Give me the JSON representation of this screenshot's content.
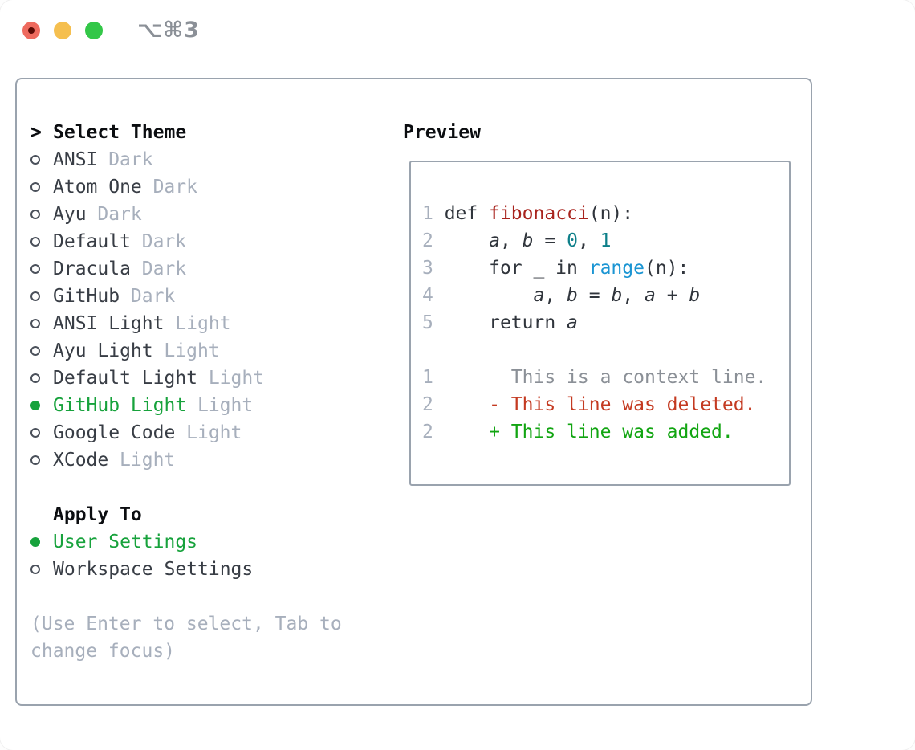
{
  "window": {
    "title": "⌥⌘3",
    "traffic_lights": [
      "close",
      "minimize",
      "zoom"
    ]
  },
  "colors": {
    "traffic-red": "#ee6a5e",
    "traffic-red-dot": "#5c0b05",
    "traffic-yellow": "#f5bf4f",
    "traffic-green": "#33c748",
    "title-gray": "#8b9097",
    "border": "#9aa3ae",
    "header-black": "#0b0d10",
    "text-dark": "#383d45",
    "muted": "#a7afbc",
    "accent-green": "#17a23c",
    "code-fg": "#30353c",
    "func-red": "#a8231d",
    "num-teal": "#0d7f89",
    "builtin-blue": "#1b95d3",
    "context-gray": "#8b9097",
    "deleted-red": "#c43a21",
    "added-green": "#12a512"
  },
  "theme_picker": {
    "pointer": ">",
    "header": "Select Theme",
    "themes": [
      {
        "name": "ANSI",
        "variant": "Dark",
        "selected": false
      },
      {
        "name": "Atom One",
        "variant": "Dark",
        "selected": false
      },
      {
        "name": "Ayu",
        "variant": "Dark",
        "selected": false
      },
      {
        "name": "Default",
        "variant": "Dark",
        "selected": false
      },
      {
        "name": "Dracula",
        "variant": "Dark",
        "selected": false
      },
      {
        "name": "GitHub",
        "variant": "Dark",
        "selected": false
      },
      {
        "name": "ANSI Light",
        "variant": "Light",
        "selected": false
      },
      {
        "name": "Ayu Light",
        "variant": "Light",
        "selected": false
      },
      {
        "name": "Default Light",
        "variant": "Light",
        "selected": false
      },
      {
        "name": "GitHub Light",
        "variant": "Light",
        "selected": true
      },
      {
        "name": "Google Code",
        "variant": "Light",
        "selected": false
      },
      {
        "name": "XCode",
        "variant": "Light",
        "selected": false
      }
    ],
    "apply_to": {
      "label": "Apply To",
      "options": [
        {
          "name": "User Settings",
          "selected": true
        },
        {
          "name": "Workspace Settings",
          "selected": false
        }
      ]
    },
    "hint": "(Use Enter to select, Tab to change focus)"
  },
  "preview": {
    "label": "Preview",
    "lines": [
      {
        "num": "1",
        "segs": [
          {
            "t": " def ",
            "c": "fg"
          },
          {
            "t": "fibonacci",
            "c": "red"
          },
          {
            "t": "(n):",
            "c": "fg"
          }
        ]
      },
      {
        "num": "2",
        "segs": [
          {
            "t": "     ",
            "c": "fg"
          },
          {
            "t": "a",
            "c": "var"
          },
          {
            "t": ", ",
            "c": "fg"
          },
          {
            "t": "b",
            "c": "var"
          },
          {
            "t": " = ",
            "c": "fg"
          },
          {
            "t": "0",
            "c": "teal"
          },
          {
            "t": ", ",
            "c": "fg"
          },
          {
            "t": "1",
            "c": "teal"
          }
        ]
      },
      {
        "num": "3",
        "segs": [
          {
            "t": "     for _ in ",
            "c": "fg"
          },
          {
            "t": "range",
            "c": "blue"
          },
          {
            "t": "(n):",
            "c": "fg"
          }
        ]
      },
      {
        "num": "4",
        "segs": [
          {
            "t": "         ",
            "c": "fg"
          },
          {
            "t": "a",
            "c": "var"
          },
          {
            "t": ", ",
            "c": "fg"
          },
          {
            "t": "b",
            "c": "var"
          },
          {
            "t": " = ",
            "c": "fg"
          },
          {
            "t": "b",
            "c": "var"
          },
          {
            "t": ", ",
            "c": "fg"
          },
          {
            "t": "a",
            "c": "var"
          },
          {
            "t": " + ",
            "c": "fg"
          },
          {
            "t": "b",
            "c": "var"
          }
        ]
      },
      {
        "num": "5",
        "segs": [
          {
            "t": "     return ",
            "c": "fg"
          },
          {
            "t": "a",
            "c": "var"
          }
        ]
      },
      {
        "blank": true
      },
      {
        "num": "1",
        "segs": [
          {
            "t": "       This is a context line.",
            "c": "ctx"
          }
        ]
      },
      {
        "num": "2",
        "segs": [
          {
            "t": "     ",
            "c": "fg"
          },
          {
            "t": "- This line was deleted.",
            "c": "del"
          }
        ]
      },
      {
        "num": "2",
        "segs": [
          {
            "t": "     ",
            "c": "fg"
          },
          {
            "t": "+ This line was added.",
            "c": "add"
          }
        ]
      }
    ]
  }
}
